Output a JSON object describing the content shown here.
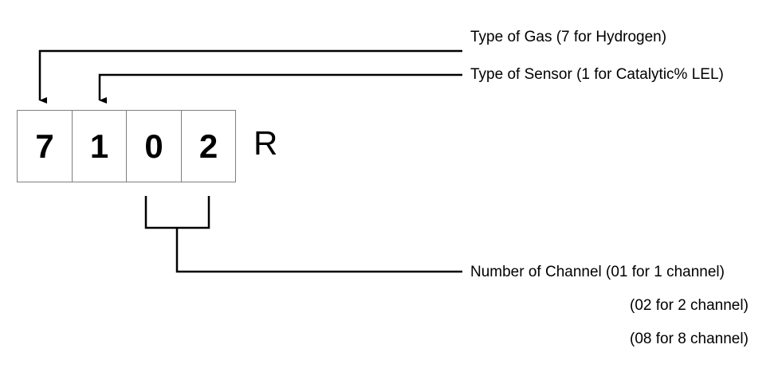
{
  "code": {
    "digits": [
      "7",
      "1",
      "0",
      "2"
    ],
    "suffix": "R"
  },
  "annotations": {
    "gas_type": "Type of Gas (7 for Hydrogen)",
    "sensor_type": "Type of Sensor (1 for Catalytic% LEL)",
    "channel_line_1": "Number of Channel (01 for 1 channel)",
    "channel_line_2": "(02 for 2 channel)",
    "channel_line_3": "(08 for 8 channel)"
  },
  "colors": {
    "line": "#000000",
    "box_border": "#7f7f7f"
  }
}
